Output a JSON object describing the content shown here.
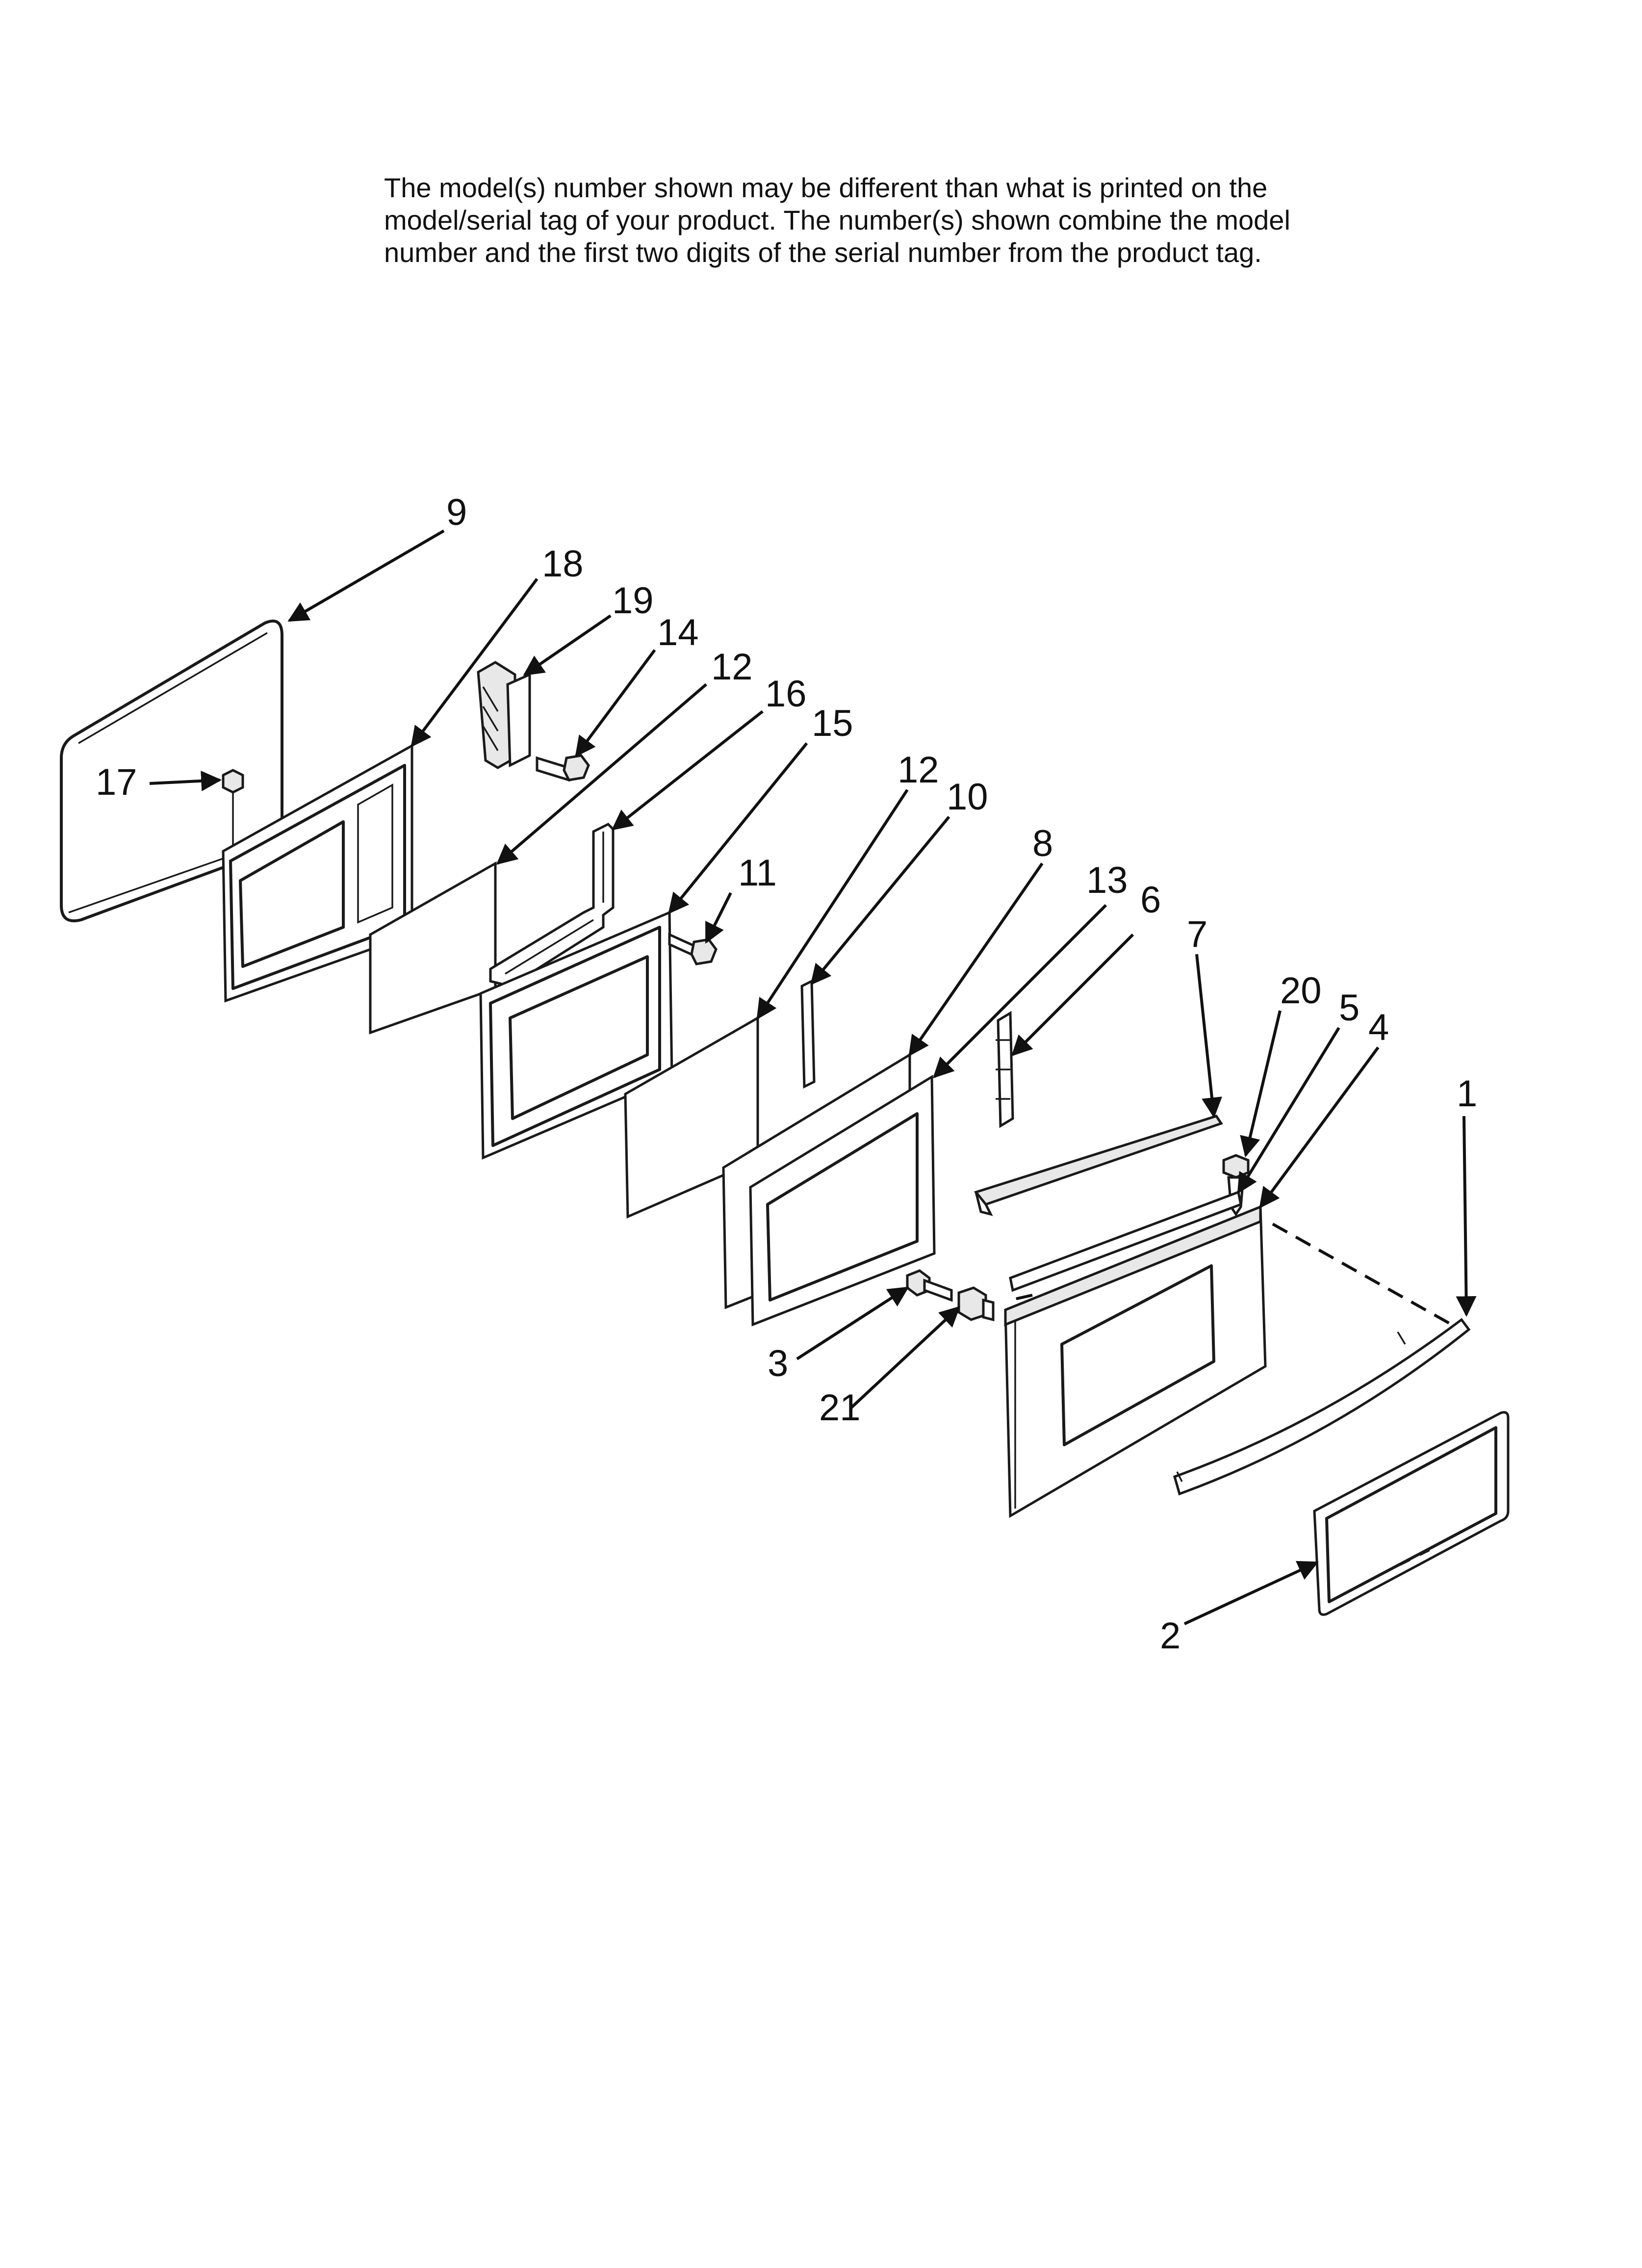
{
  "notice": {
    "lines": [
      "The model(s) number shown may be different than what is printed on the",
      "model/serial tag of your product. The number(s) shown combine the model",
      "number and the first two digits of the serial number from the product tag."
    ]
  },
  "callouts": {
    "c1": "1",
    "c2": "2",
    "c3": "3",
    "c4": "4",
    "c5": "5",
    "c6": "6",
    "c7": "7",
    "c8": "8",
    "c9": "9",
    "c10": "10",
    "c11": "11",
    "c12a": "12",
    "c12b": "12",
    "c13": "13",
    "c14": "14",
    "c15": "15",
    "c16": "16",
    "c17": "17",
    "c18": "18",
    "c19": "19",
    "c20": "20",
    "c21": "21"
  }
}
